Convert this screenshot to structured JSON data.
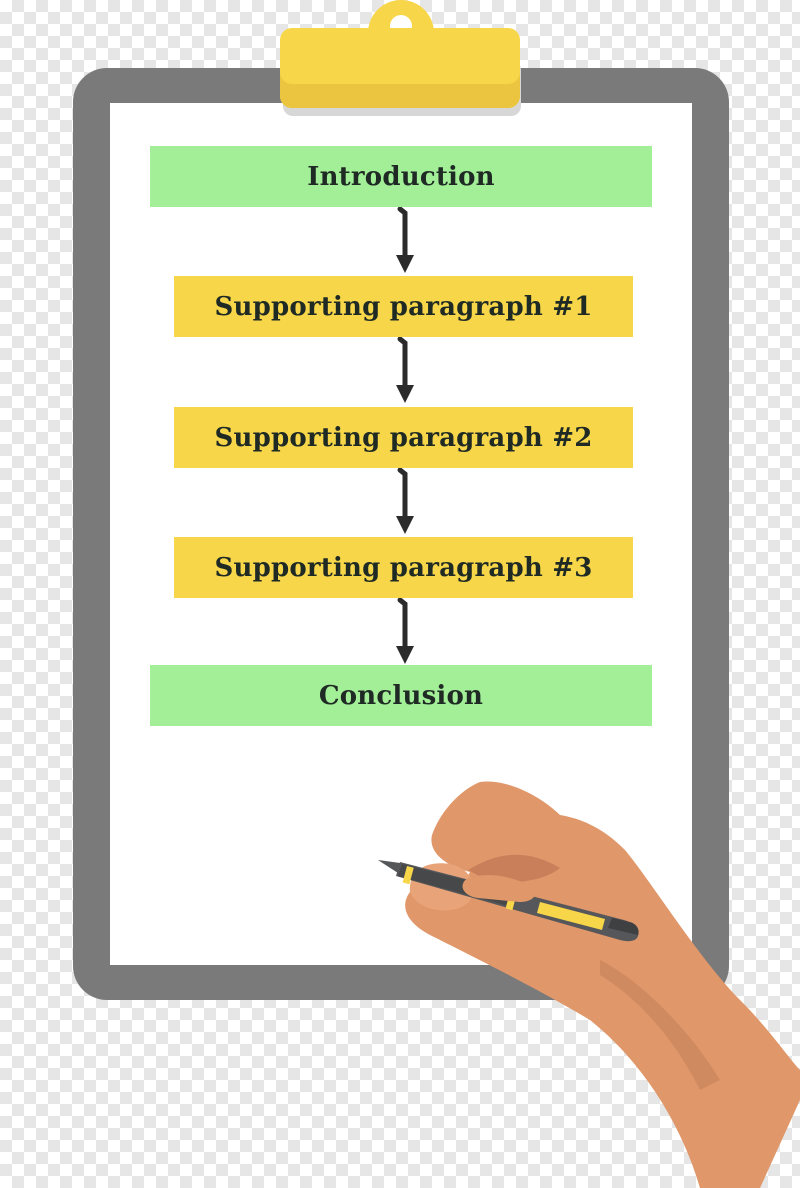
{
  "diagram": {
    "nodes": [
      {
        "id": "introduction",
        "label": "Introduction",
        "color": "#a2ef98"
      },
      {
        "id": "supporting-1",
        "label": "Supporting paragraph #1",
        "color": "#f7d64a"
      },
      {
        "id": "supporting-2",
        "label": "Supporting paragraph #2",
        "color": "#f7d64a"
      },
      {
        "id": "supporting-3",
        "label": "Supporting paragraph #3",
        "color": "#f7d64a"
      },
      {
        "id": "conclusion",
        "label": "Conclusion",
        "color": "#a2ef98"
      }
    ],
    "edges": [
      {
        "from": "introduction",
        "to": "supporting-1"
      },
      {
        "from": "supporting-1",
        "to": "supporting-2"
      },
      {
        "from": "supporting-2",
        "to": "supporting-3"
      },
      {
        "from": "supporting-3",
        "to": "conclusion"
      }
    ]
  },
  "colors": {
    "clipboard": "#7a7a7a",
    "clip": "#f7d64a",
    "paper": "#ffffff",
    "skin": "#e0976a",
    "pen_body": "#55575a",
    "pen_band": "#f7d64a"
  },
  "icons": {
    "clipboard": "clipboard-icon",
    "hand": "writing-hand-icon",
    "pen": "pen-icon"
  }
}
